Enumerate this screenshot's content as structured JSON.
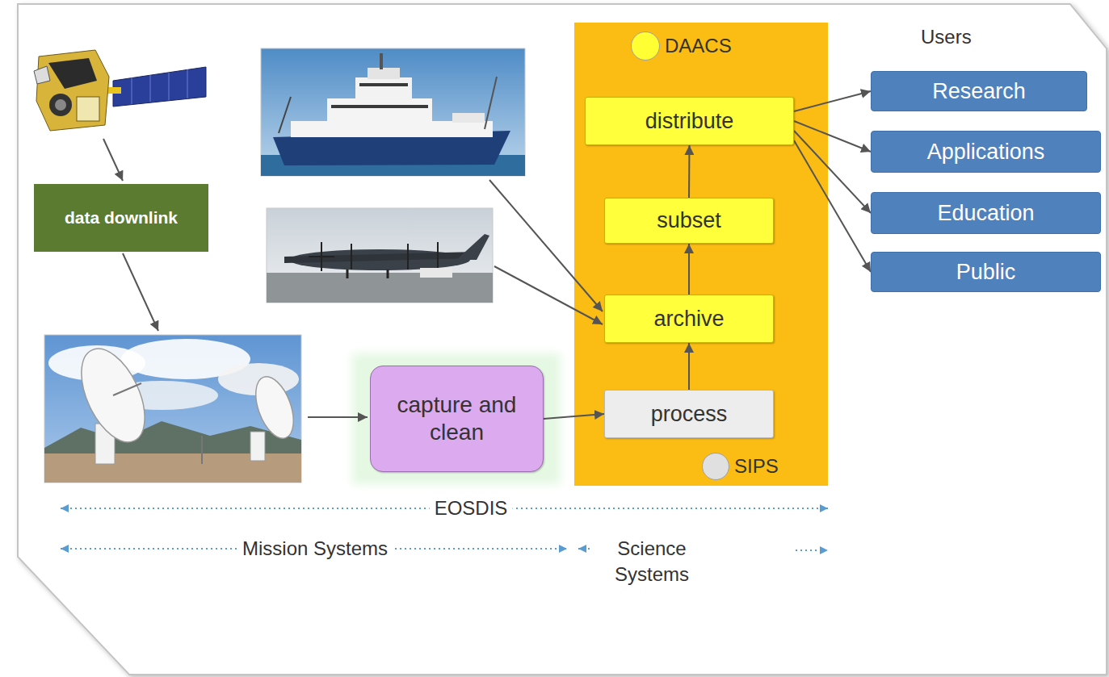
{
  "diagram": {
    "nodes": [
      {
        "text": [
          "data downlink"
        ]
      },
      {
        "text": [
          "distribute"
        ]
      },
      {
        "text": [
          "subset"
        ]
      },
      {
        "text": [
          "archive"
        ]
      },
      {
        "text": [
          "capture and clean"
        ]
      },
      {
        "text": [
          "process"
        ]
      },
      {
        "text": [
          "Research"
        ]
      },
      {
        "text": [
          "Applications"
        ]
      },
      {
        "text": [
          "Education"
        ]
      },
      {
        "text": [
          "Public"
        ]
      }
    ],
    "edges": [
      {
        "from": 4,
        "to": 5,
        "arrow": "to"
      },
      {
        "from": 5,
        "to": 3,
        "arrow": "to"
      },
      {
        "from": 3,
        "to": 2,
        "arrow": "to"
      },
      {
        "from": 2,
        "to": 1,
        "arrow": "to"
      },
      {
        "from": 1,
        "to": 6,
        "arrow": "to"
      },
      {
        "from": 1,
        "to": 7,
        "arrow": "to"
      },
      {
        "from": 1,
        "to": 8,
        "arrow": "to"
      },
      {
        "from": 1,
        "to": 9,
        "arrow": "to"
      }
    ],
    "labels": [
      "Users",
      "EOSDIS",
      "Mission Systems",
      "Science Systems"
    ],
    "legend": [
      {
        "text": "DAACS",
        "color": "#ffff33"
      },
      {
        "text": "SIPS",
        "color": "#e0e0e0"
      }
    ]
  }
}
